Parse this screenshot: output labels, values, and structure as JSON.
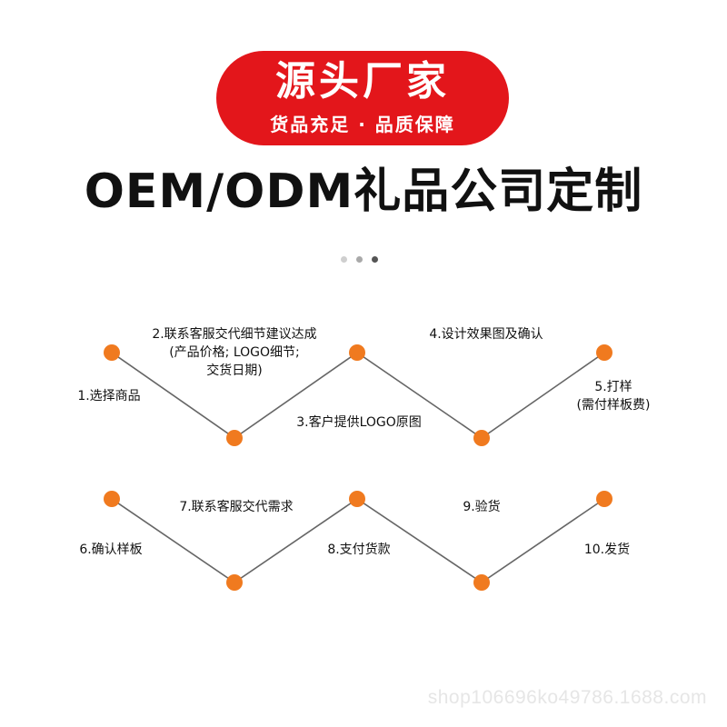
{
  "banner": {
    "title": "源头厂家",
    "subtitle": "货品充足 · 品质保障",
    "color": "#e3161b"
  },
  "headline": "OEM/ODM礼品公司定制",
  "pager": {
    "count": 3,
    "active": 3,
    "colors": [
      "#cfcfcf",
      "#a9a9a9",
      "#555555"
    ]
  },
  "node_color": "#f07a1f",
  "line_color": "#666666",
  "steps": [
    {
      "id": 1,
      "lines": [
        "1.选择商品"
      ]
    },
    {
      "id": 2,
      "lines": [
        "2.联系客服交代细节建议达成",
        "(产品价格; LOGO细节;",
        "交货日期)"
      ]
    },
    {
      "id": 3,
      "lines": [
        "3.客户提供LOGO原图"
      ]
    },
    {
      "id": 4,
      "lines": [
        "4.设计效果图及确认"
      ]
    },
    {
      "id": 5,
      "lines": [
        "5.打样",
        "(需付样板费)"
      ]
    },
    {
      "id": 6,
      "lines": [
        "6.确认样板"
      ]
    },
    {
      "id": 7,
      "lines": [
        "7.联系客服交代需求"
      ]
    },
    {
      "id": 8,
      "lines": [
        "8.支付货款"
      ]
    },
    {
      "id": 9,
      "lines": [
        "9.验货"
      ]
    },
    {
      "id": 10,
      "lines": [
        "10.发货"
      ]
    }
  ],
  "watermark": "shop106696ko49786.1688.com"
}
